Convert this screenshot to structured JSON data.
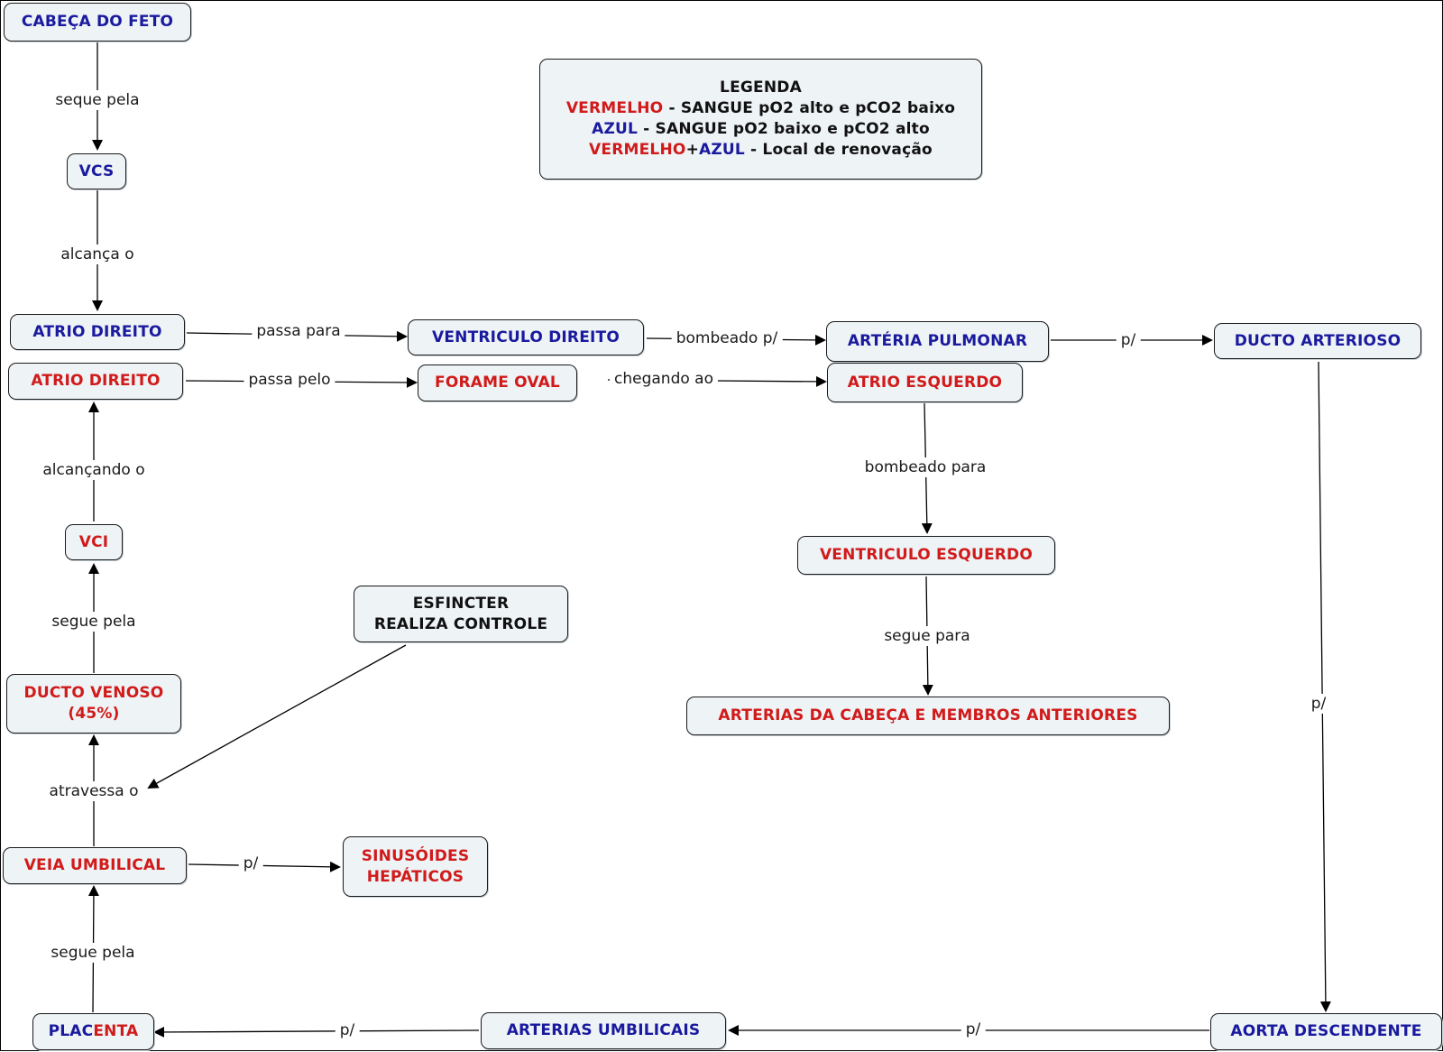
{
  "colors": {
    "blue": "#1a1a9e",
    "red": "#d11a1a",
    "node_bg": "#eef3f6"
  },
  "legend": {
    "title": "LEGENDA",
    "line1_red": "VERMELHO",
    "line1_rest": " - SANGUE pO2 alto e pCO2 baixo",
    "line2_blue": "AZUL",
    "line2_rest": " - SANGUE pO2 baixo e pCO2 alto",
    "line3_red": "VERMELHO",
    "line3_plus": "+",
    "line3_blue": "AZUL",
    "line3_rest": " - Local de renovação"
  },
  "nodes": {
    "cabeca_do_feto": "CABEÇA DO FETO",
    "vcs": "VCS",
    "atrio_direito_1": "ATRIO DIREITO",
    "ventriculo_direito": "VENTRICULO DIREITO",
    "arteria_pulmonar": "ARTÉRIA PULMONAR",
    "ducto_arterioso": "DUCTO ARTERIOSO",
    "atrio_direito_2": "ATRIO DIREITO",
    "forame_oval": "FORAME OVAL",
    "atrio_esquerdo": "ATRIO ESQUERDO",
    "ventriculo_esquerdo": "VENTRICULO ESQUERDO",
    "arterias_cabeca": "ARTERIAS DA CABEÇA E MEMBROS ANTERIORES",
    "vci": "VCI",
    "esfincter_line1": "ESFINCTER",
    "esfincter_line2": "REALIZA CONTROLE",
    "ducto_venoso_line1": "DUCTO VENOSO",
    "ducto_venoso_line2": "(45%)",
    "veia_umbilical": "VEIA UMBILICAL",
    "sinusoides_line1": "SINUSÓIDES",
    "sinusoides_line2": "HEPÁTICOS",
    "placenta_blue_a": "PLAC",
    "placenta_red": "ENTA",
    "arterias_umbilicais": "ARTERIAS UMBILICAIS",
    "aorta_descendente": "AORTA DESCENDENTE"
  },
  "links": {
    "segue_pela_1": "seque pela",
    "alcanca_o": "alcança o",
    "passa_para": "passa para",
    "bombeado_p": "bombeado p/",
    "p_1": "p/",
    "passa_pelo": "passa pelo",
    "chegando_ao": "chegando ao",
    "bombeado_para": "bombeado para",
    "segue_para": "segue para",
    "alcancando_o": "alcançando o",
    "segue_pela_2": "segue pela",
    "atravessa_o": "atravessa o",
    "p_2": "p/",
    "segue_pela_3": "segue pela",
    "p_3": "p/",
    "p_4": "p/",
    "p_5": "p/"
  }
}
